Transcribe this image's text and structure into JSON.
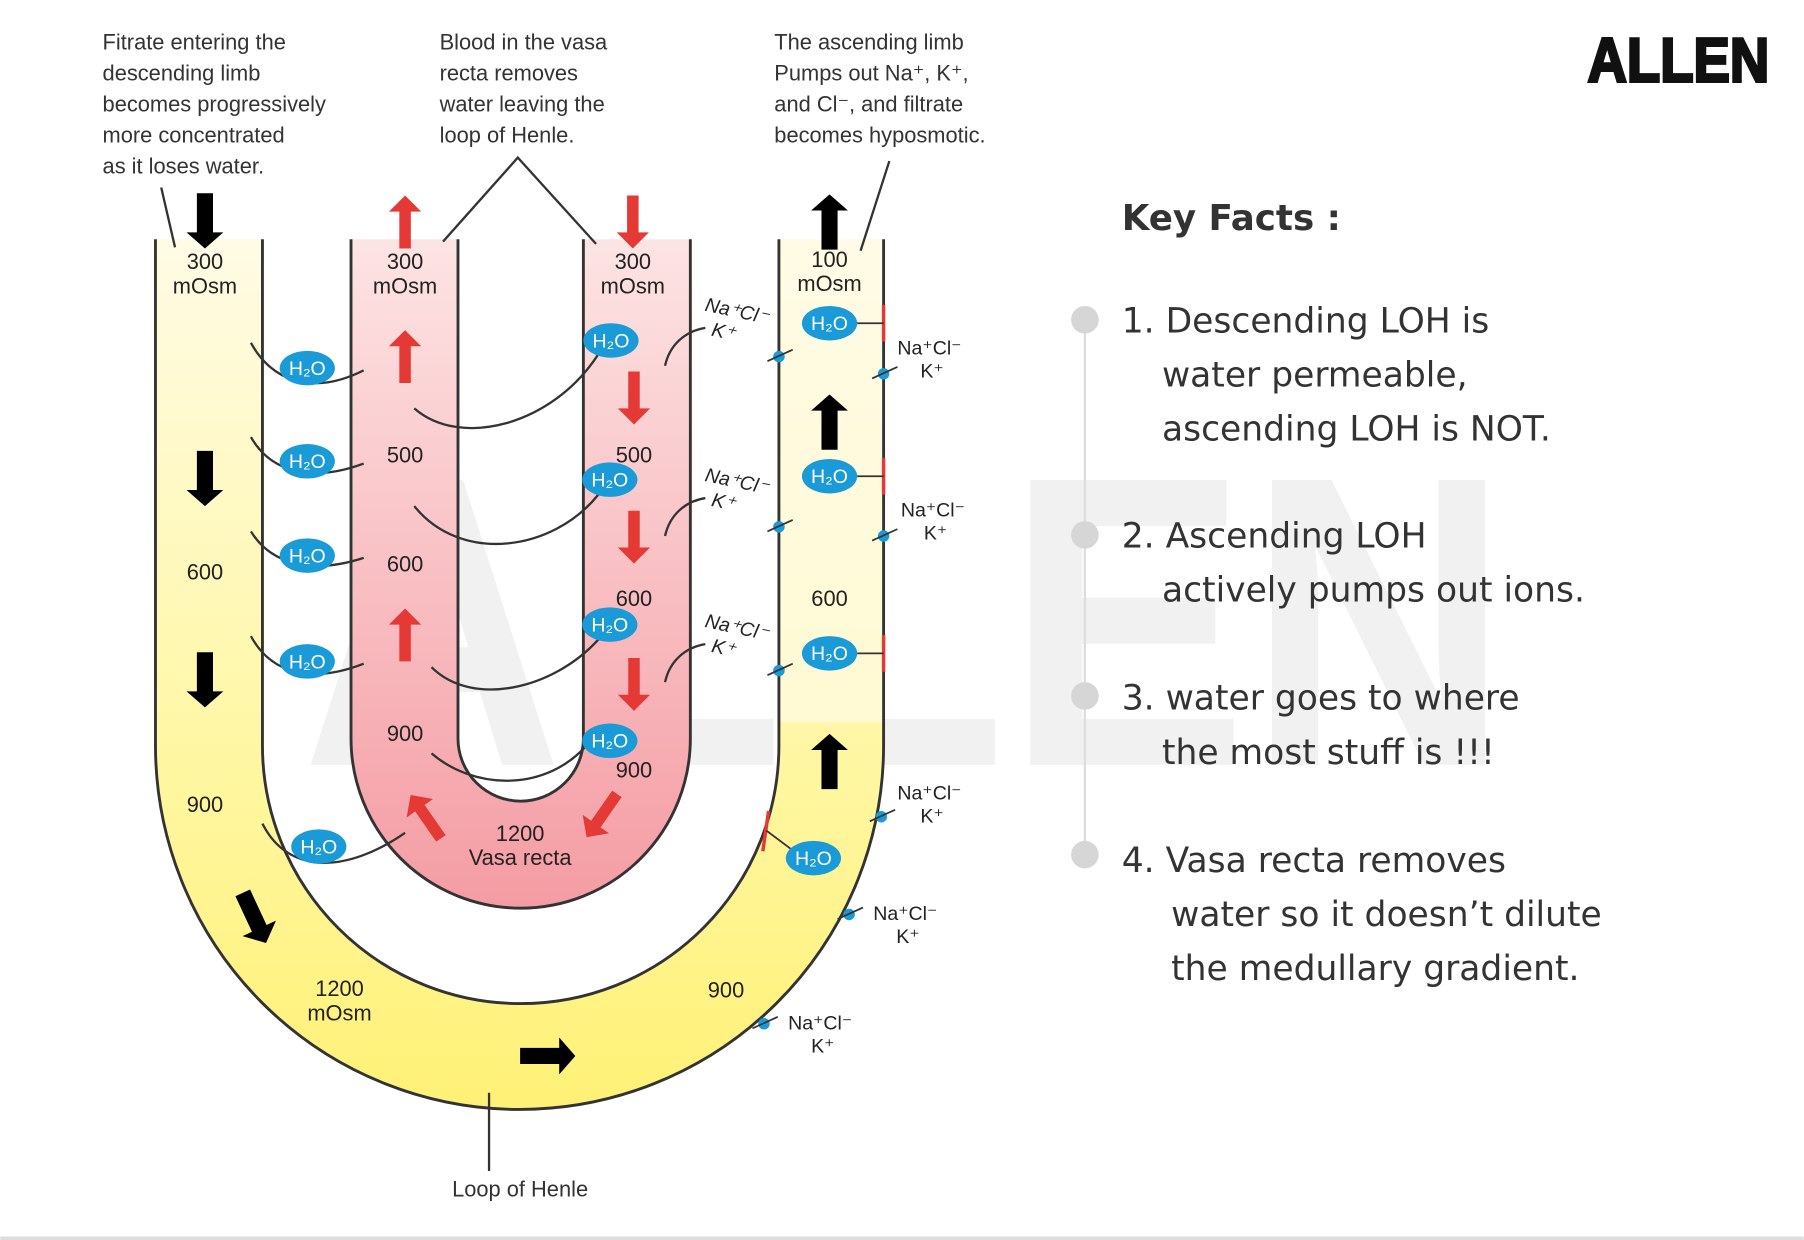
{
  "logo": "ALLEN",
  "watermark": "ALLEN",
  "annotations": {
    "descending": [
      "Fitrate entering the",
      "descending limb",
      "becomes progressively",
      "more concentrated",
      "as it loses water."
    ],
    "vasa": [
      "Blood in the vasa",
      "recta removes",
      "water leaving the",
      "loop of Henle."
    ],
    "ascending": [
      "The ascending limb",
      "Pumps out Na⁺, K⁺,",
      "and Cl⁻, and filtrate",
      "becomes hyposmotic."
    ],
    "loop": "Loop of Henle"
  },
  "labels": {
    "desc_top": [
      "300",
      "mOsm"
    ],
    "desc_600": "600",
    "desc_900": "900",
    "bottom_1200": [
      "1200",
      "mOsm"
    ],
    "vasa_left_top": [
      "300",
      "mOsm"
    ],
    "vasa_left_500": "500",
    "vasa_left_600": "600",
    "vasa_left_900": "900",
    "vasa_right_top": [
      "300",
      "mOsm"
    ],
    "vasa_right_500": "500",
    "vasa_right_600": "600",
    "vasa_right_900": "900",
    "vasa_bottom": [
      "1200",
      "Vasa recta"
    ],
    "asc_top": [
      "100",
      "mOsm"
    ],
    "asc_600": "600",
    "asc_900": "900"
  },
  "molecule": "H₂O",
  "ions": {
    "nacl": "Na⁺Cl⁻",
    "k": "K⁺"
  },
  "key_facts": {
    "title": "Key Facts :",
    "items": [
      {
        "lines": [
          "1. Descending LOH is",
          "water permeable,",
          "ascending LOH is NOT."
        ]
      },
      {
        "lines": [
          "2. Ascending LOH",
          "actively pumps out ions."
        ]
      },
      {
        "lines": [
          "3. water goes to where",
          "the most stuff is !!!"
        ]
      },
      {
        "lines": [
          "4. Vasa recta removes",
          "water so it doesn’t dilute",
          "the medullary gradient."
        ]
      }
    ]
  },
  "colors": {
    "filtrate": "#fff38a",
    "blood": "#f4a0a6",
    "water": "#1a9ad6",
    "pump": "#e53935",
    "flow_arrow": "#000000",
    "blood_arrow": "#e53935"
  }
}
